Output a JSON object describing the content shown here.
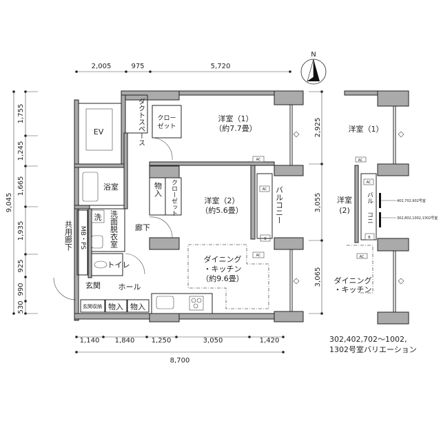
{
  "compass": {
    "label": "N"
  },
  "top_dimensions": [
    "2,005",
    "975",
    "5,720"
  ],
  "left_dimensions": {
    "total": "9,045",
    "segments": [
      "1,755",
      "1,245",
      "1,665",
      "1,935",
      "925",
      "990",
      "530"
    ]
  },
  "right_dimensions": [
    "2,925",
    "3,055",
    "3,065"
  ],
  "bottom_dimensions": {
    "segments": [
      "1,140",
      "1,840",
      "1,250",
      "3,050",
      "1,420"
    ],
    "total": "8,700"
  },
  "rooms": {
    "duct_space": "ダクトスペース",
    "closet1": [
      "クロー",
      "ゼット"
    ],
    "ev": "EV",
    "western1": [
      "洋室（1）",
      "（約7.7畳）"
    ],
    "bathroom": "浴室",
    "storage": "物入",
    "closet2": "クローゼット",
    "western2": [
      "洋室（2）",
      "（約5.6畳）"
    ],
    "balcony": "バルコニー",
    "corridor": "廊下",
    "washer": "洗",
    "dressing": "洗面脱衣室",
    "common_corridor": "共用廊下",
    "mbps": "MB・PS",
    "toilet": "トイレ",
    "entrance": "玄関",
    "hall": "ホール",
    "entrance_storage": "玄関収納",
    "storage_a": "物入",
    "storage_b": "物入",
    "dining": [
      "ダイニング",
      "・キッチン",
      "（約9.6畳）"
    ],
    "ac": "AC",
    "b": "B"
  },
  "variation": {
    "western1": "洋室（1）",
    "western2": [
      "洋室",
      "(2)"
    ],
    "dining": [
      "ダイニング",
      "・キッチン"
    ],
    "balcony_a": "バル",
    "balcony_b": "コニ",
    "note_a": "402,702,902号室",
    "note_b": "302,802,1002,1302号室",
    "caption": [
      "302,402,702～1002,",
      "1302号室バリエーション"
    ]
  }
}
